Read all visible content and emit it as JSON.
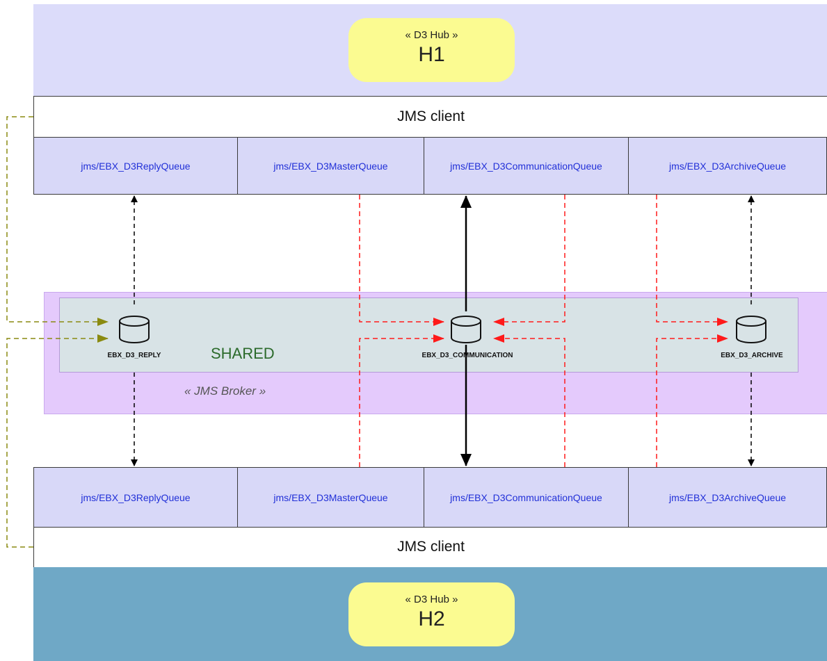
{
  "hub_top": {
    "stereotype": "« D3 Hub »",
    "name": "H1",
    "client_label": "JMS client",
    "queues": [
      "jms/EBX_D3ReplyQueue",
      "jms/EBX_D3MasterQueue",
      "jms/EBX_D3CommunicationQueue",
      "jms/EBX_D3ArchiveQueue"
    ]
  },
  "hub_bottom": {
    "stereotype": "« D3 Hub »",
    "name": "H2",
    "client_label": "JMS client",
    "queues": [
      "jms/EBX_D3ReplyQueue",
      "jms/EBX_D3MasterQueue",
      "jms/EBX_D3CommunicationQueue",
      "jms/EBX_D3ArchiveQueue"
    ]
  },
  "broker": {
    "stereotype": "« JMS Broker »",
    "shared_label": "SHARED",
    "databases": [
      "EBX_D3_REPLY",
      "EBX_D3_COMMUNICATION",
      "EBX_D3_ARCHIVE"
    ]
  },
  "colors": {
    "hub_top_bg": "#dcdcfa",
    "hub_bottom_bg": "#6fa8c6",
    "pill_bg": "#fbfb91",
    "queue_bg": "#d8d8f8",
    "queue_text": "#2130d8",
    "broker_bg": "#e4cafc",
    "shared_bg": "#d8e3e6",
    "red_dashed": "#ff1a1a",
    "olive_dashed": "#8a8a10"
  }
}
